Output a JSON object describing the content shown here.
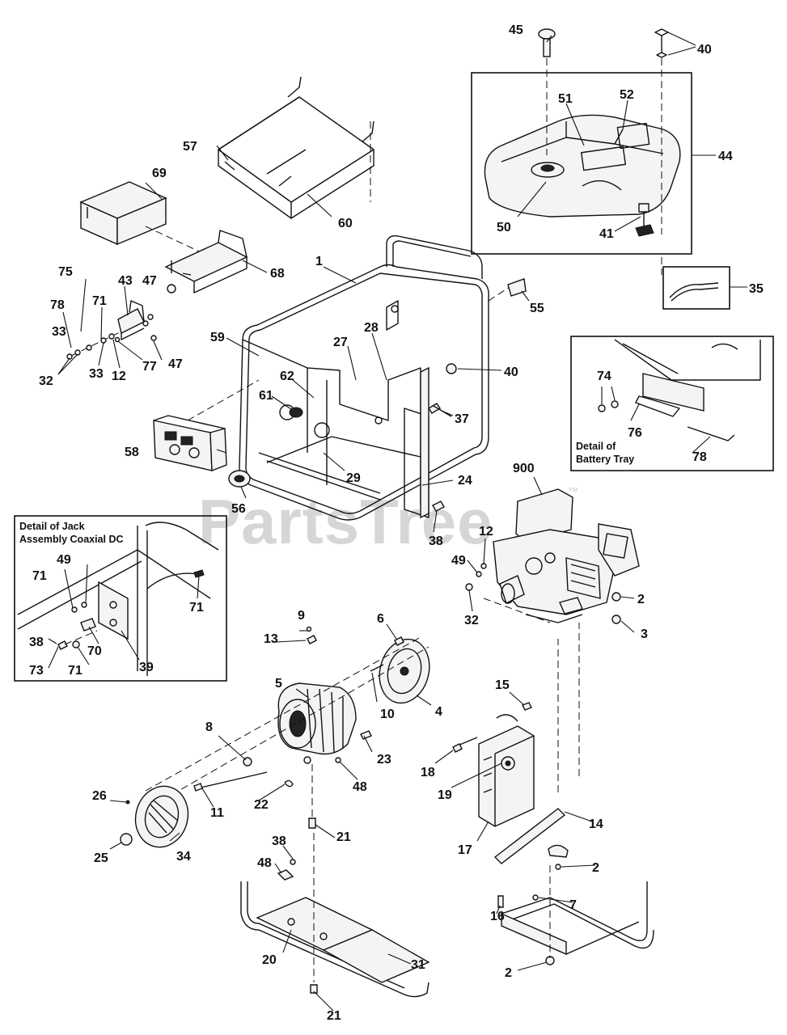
{
  "watermark": {
    "brand": "PartsTree",
    "trademark": "™"
  },
  "callouts": {
    "c1": "1",
    "c2a": "2",
    "c2b": "2",
    "c2c": "2",
    "c3": "3",
    "c4": "4",
    "c5": "5",
    "c6": "6",
    "c7": "7",
    "c8": "8",
    "c9": "9",
    "c10": "10",
    "c11": "11",
    "c12a": "12",
    "c12b": "12",
    "c13": "13",
    "c14": "14",
    "c15": "15",
    "c16": "16",
    "c17": "17",
    "c18": "18",
    "c19": "19",
    "c20": "20",
    "c21a": "21",
    "c21b": "21",
    "c22": "22",
    "c23": "23",
    "c24": "24",
    "c25": "25",
    "c26": "26",
    "c27": "27",
    "c28": "28",
    "c29": "29",
    "c31": "31",
    "c32a": "32",
    "c32b": "32",
    "c33a": "33",
    "c33b": "33",
    "c34": "34",
    "c35": "35",
    "c37": "37",
    "c38a": "38",
    "c38b": "38",
    "c38c": "38",
    "c39": "39",
    "c40a": "40",
    "c40b": "40",
    "c41": "41",
    "c43": "43",
    "c44": "44",
    "c45": "45",
    "c47a": "47",
    "c47b": "47",
    "c48a": "48",
    "c48b": "48",
    "c49a": "49",
    "c49b": "49",
    "c50": "50",
    "c51": "51",
    "c52": "52",
    "c55": "55",
    "c56": "56",
    "c57": "57",
    "c58": "58",
    "c59": "59",
    "c60": "60",
    "c61": "61",
    "c62": "62",
    "c68": "68",
    "c69": "69",
    "c70": "70",
    "c71a": "71",
    "c71b": "71",
    "c71c": "71",
    "c71d": "71",
    "c73": "73",
    "c74": "74",
    "c75": "75",
    "c76": "76",
    "c77": "77",
    "c78a": "78",
    "c78b": "78",
    "c900": "900"
  },
  "detail_jack": {
    "line1": "Detail of Jack",
    "line2": "Assembly Coaxial DC"
  },
  "detail_battery": {
    "line1": "Detail of",
    "line2": "Battery Tray"
  }
}
